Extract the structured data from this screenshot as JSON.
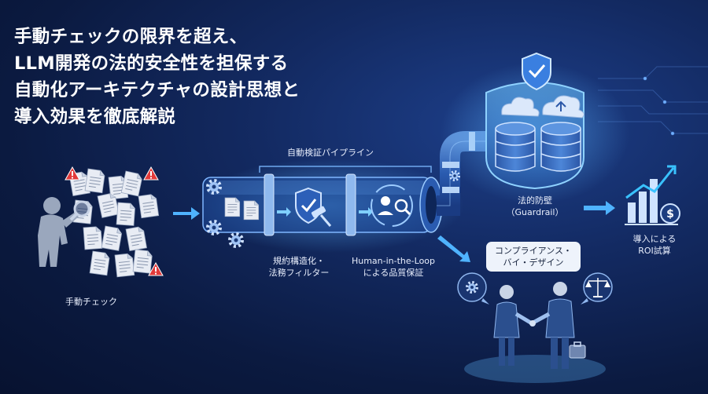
{
  "title_lines": [
    "手動チェックの限界を超え、",
    "LLM開発の法的安全性を担保する",
    "自動化アーキテクチャの設計思想と",
    "導入効果を徹底解説"
  ],
  "labels": {
    "manual_check": "手動チェック",
    "pipeline": "自動検証パイプライン",
    "filter_line1": "規約構造化・",
    "filter_line2": "法務フィルター",
    "hitl_line1": "Human-in-the-Loop",
    "hitl_line2": "による品質保証",
    "guardrail_line1": "法的防壁",
    "guardrail_line2": "（Guardrail）",
    "roi_line1": "導入による",
    "roi_line2": "ROI試算",
    "compliance_line1": "コンプライアンス・",
    "compliance_line2": "バイ・デザイン"
  },
  "icons": [
    "warning-icon",
    "magnifier-icon",
    "gear-icon",
    "document-icon",
    "shield-check-icon",
    "gavel-icon",
    "person-search-icon",
    "cloud-icon",
    "database-icon",
    "bar-chart-icon",
    "dollar-coin-icon",
    "scales-icon",
    "handshake-icon",
    "briefcase-icon"
  ],
  "colors": {
    "background": "#0b1a40",
    "accent": "#4fb3ff",
    "glow": "#7fd0ff",
    "warning": "#e23a3a",
    "text": "#ffffff"
  }
}
